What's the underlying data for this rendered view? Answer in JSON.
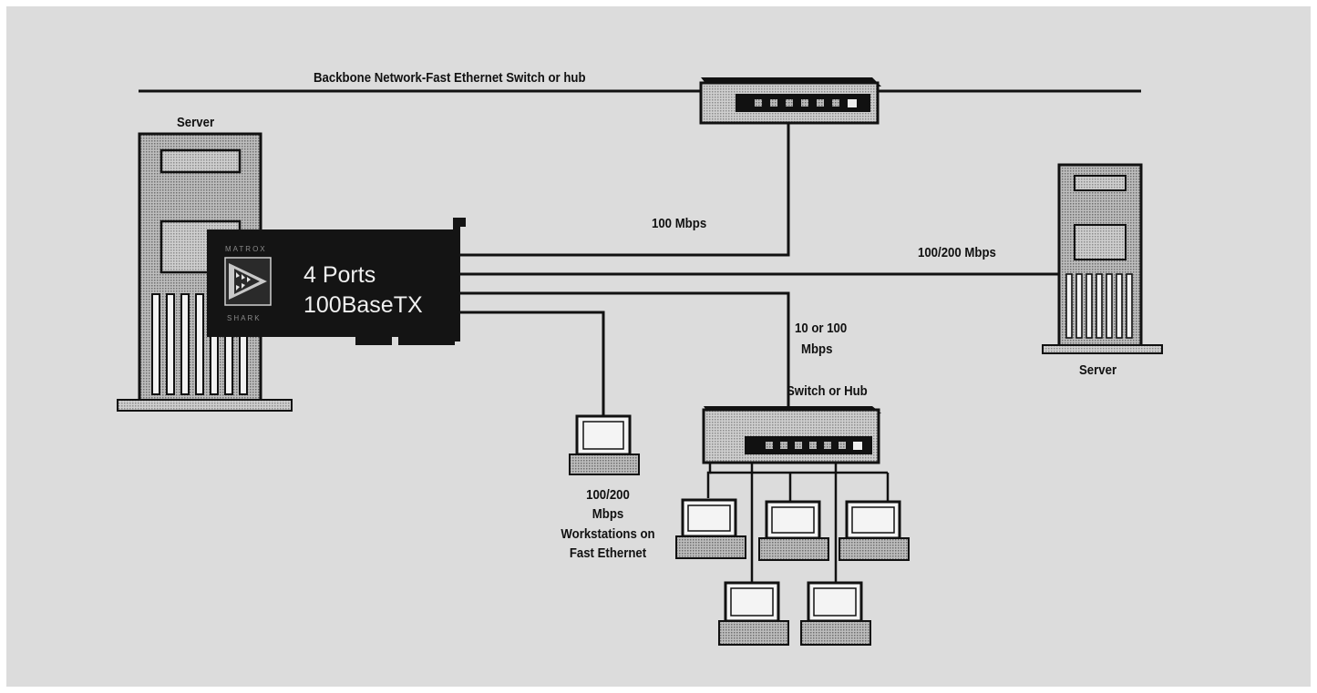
{
  "labels": {
    "backbone": "Backbone Network-Fast Ethernet Switch or hub",
    "server_left": "Server",
    "server_right": "Server",
    "link_100": "100 Mbps",
    "link_100_200": "100/200 Mbps",
    "link_10_100_line1": "10 or 100",
    "link_10_100_line2": "Mbps",
    "switch_hub": "Switch or Hub",
    "workstations_line1": "100/200",
    "workstations_line2": "Mbps",
    "workstations_line3": "Workstations on",
    "workstations_line4": "Fast Ethernet"
  },
  "card": {
    "line1": "4 Ports",
    "line2": "100BaseTX",
    "logo_top": "MATROX",
    "logo_bottom": "SHARK"
  },
  "colors": {
    "background": "#dcdcdc",
    "card": "#141414",
    "line": "#111111"
  }
}
